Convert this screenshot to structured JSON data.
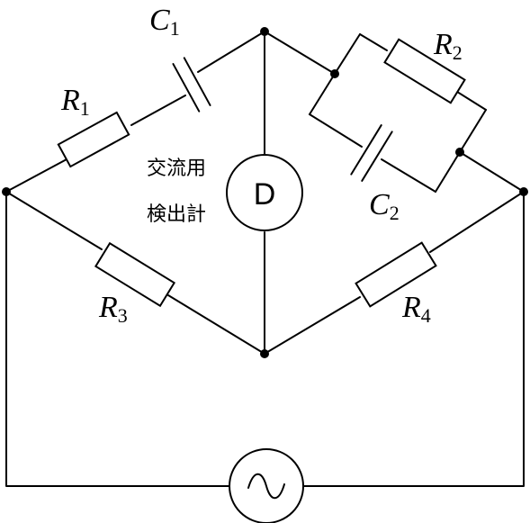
{
  "labels": {
    "R1": {
      "main": "R",
      "sub": "1"
    },
    "R2": {
      "main": "R",
      "sub": "2"
    },
    "R3": {
      "main": "R",
      "sub": "3"
    },
    "R4": {
      "main": "R",
      "sub": "4"
    },
    "C1": {
      "main": "C",
      "sub": "1"
    },
    "C2": {
      "main": "C",
      "sub": "2"
    }
  },
  "detector": {
    "symbol": "D",
    "caption_line1": "交流用",
    "caption_line2": "検出計"
  },
  "source": {
    "symbol": "~"
  }
}
